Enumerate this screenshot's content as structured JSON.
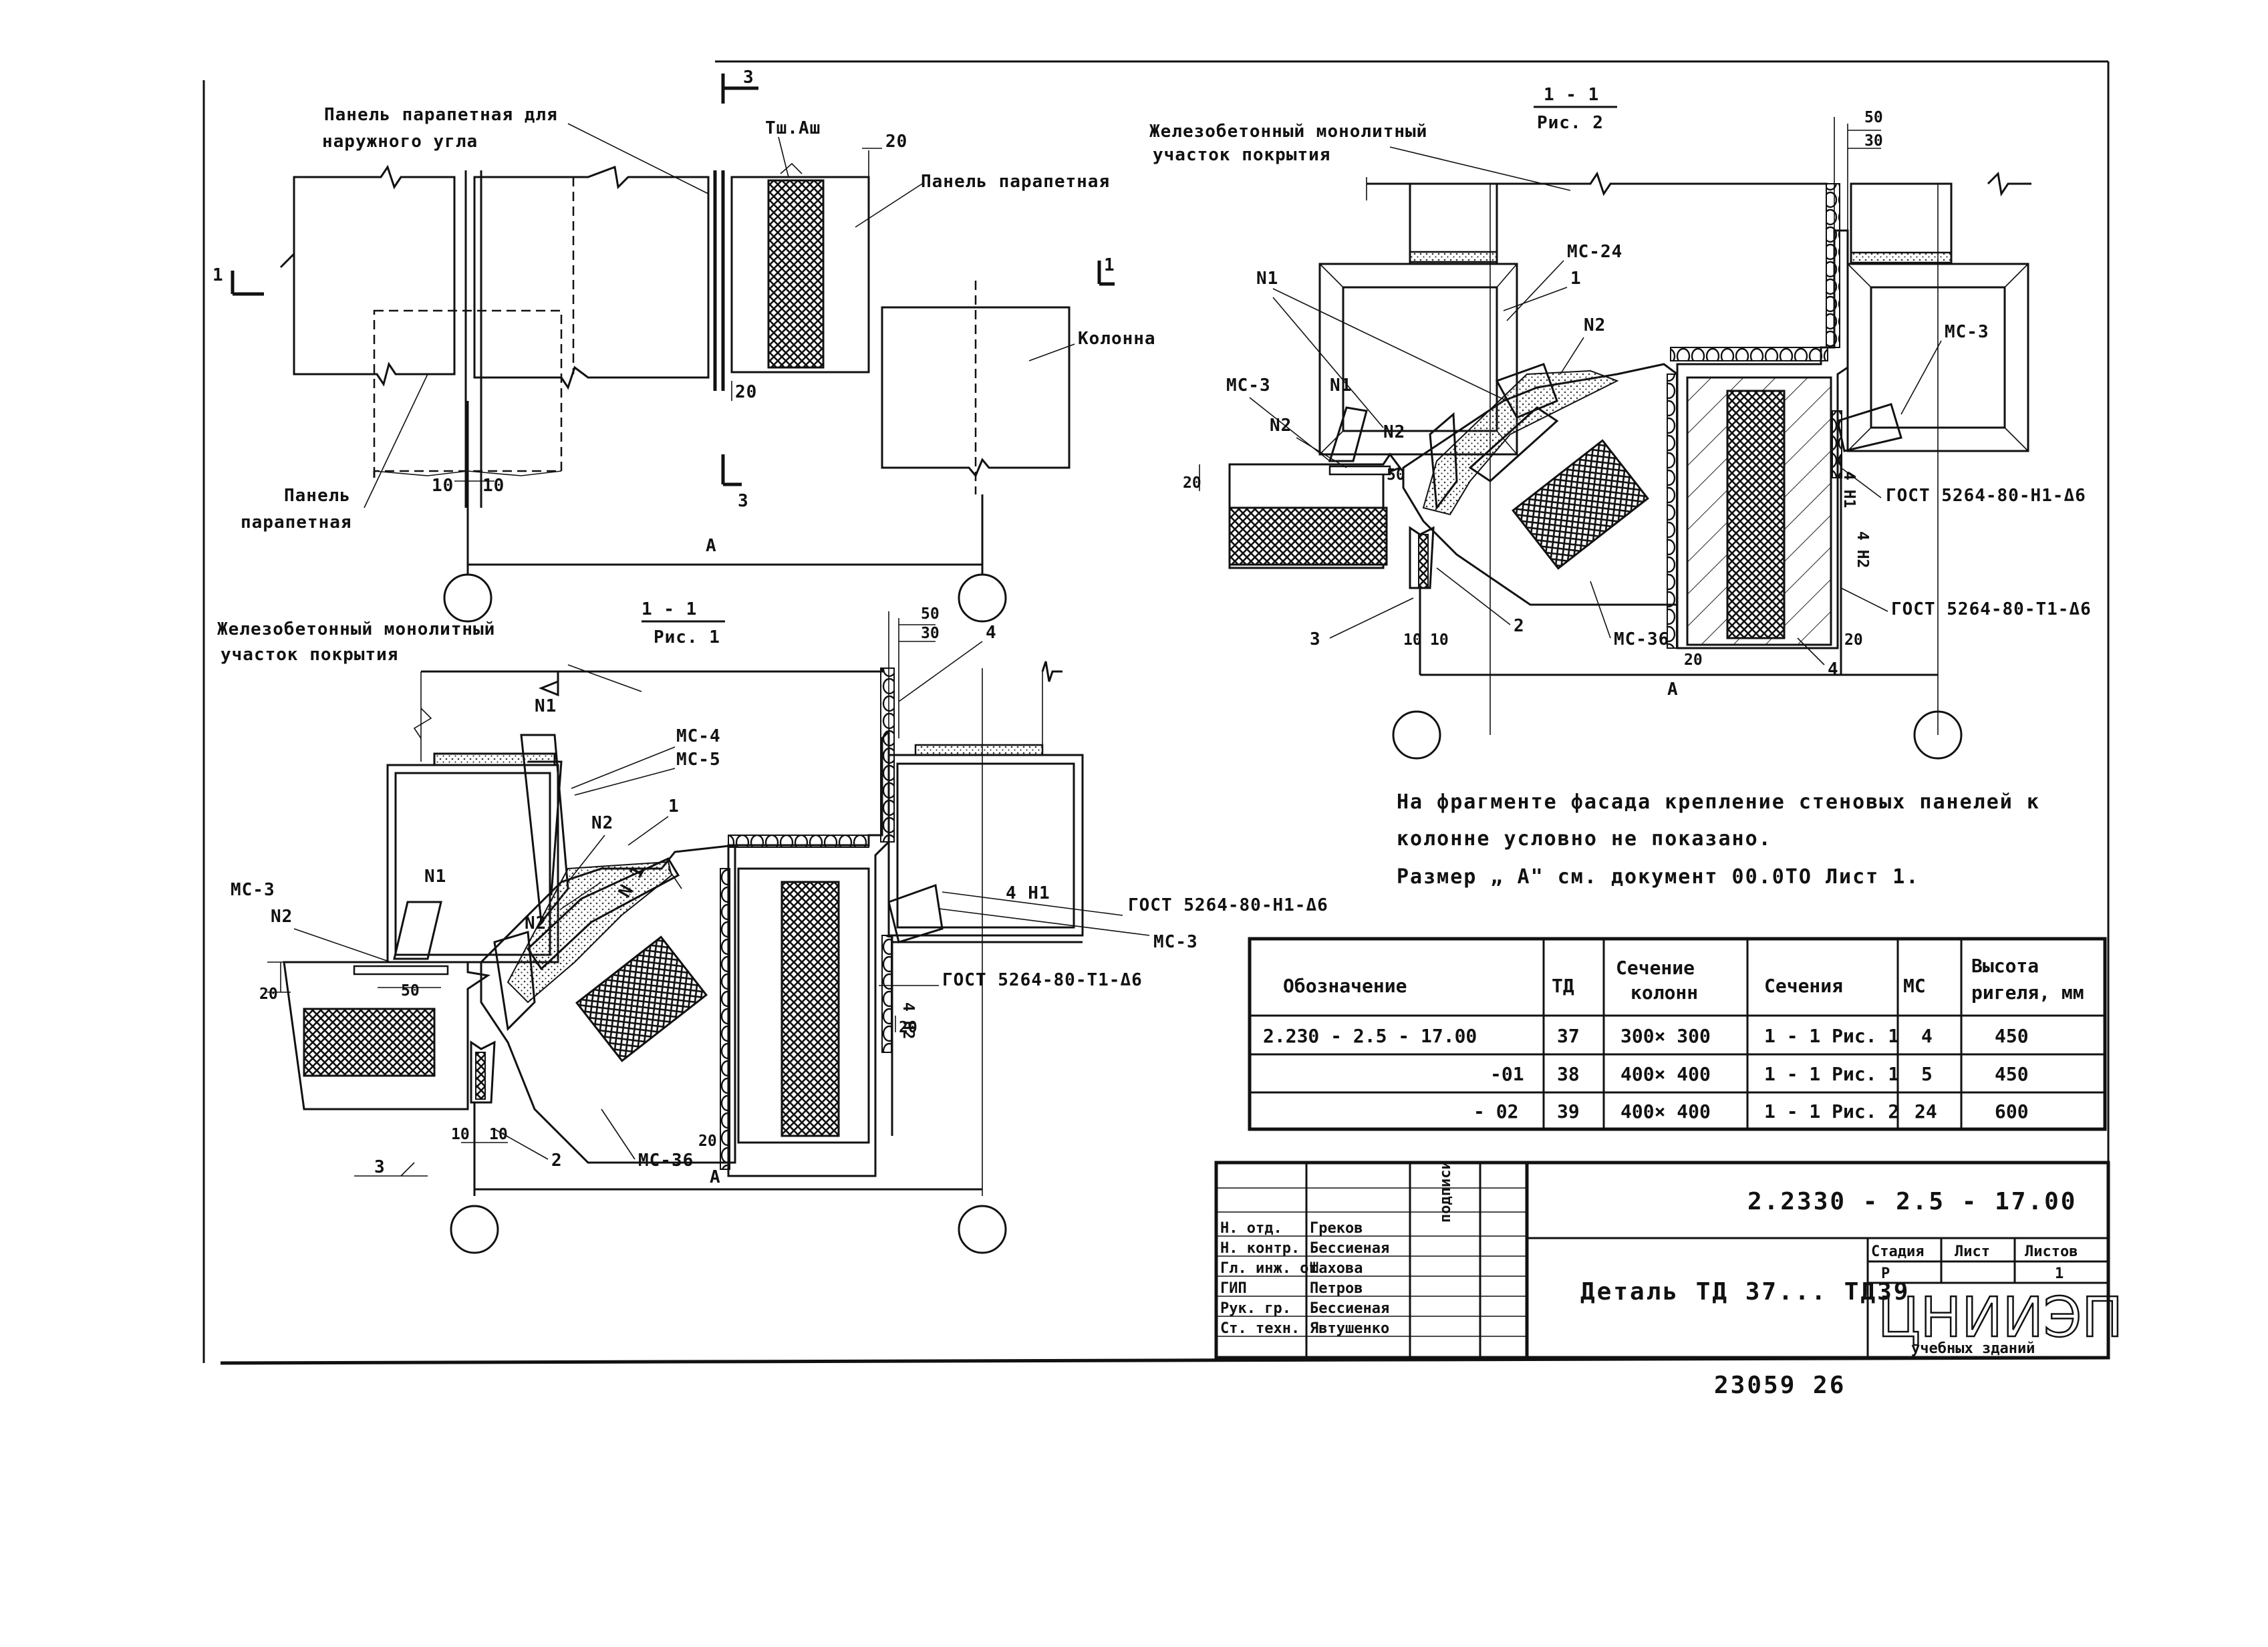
{
  "labels": {
    "panel_outer_corner_1": "Панель парапетная для",
    "panel_outer_corner_2": "наружного угла",
    "ts_ash": "Тш.Аш",
    "panel_parapet_top": "Панель парапетная",
    "panel_parapet_bottom_1": "Панель",
    "panel_parapet_bottom_2": "парапетная",
    "column": "Колонна",
    "axis_a": "А",
    "section_3": "3",
    "section_1": "1",
    "monolith_1": "Железобетонный монолитный",
    "monolith_2": "участок покрытия",
    "sec_11": "1 - 1",
    "fig1": "Рис. 1",
    "fig2": "Рис. 2",
    "mc3": "МС-3",
    "mc4": "МС-4",
    "mc5": "МС-5",
    "mc24": "МС-24",
    "mc36": "МС-36",
    "n1": "N1",
    "n2": "N2",
    "n1b": "N 1",
    "n2b": "N 2",
    "pos_1": "1",
    "pos_2": "2",
    "pos_3": "3",
    "pos_4": "4",
    "weld_4n1": "4 Н1",
    "weld_4n2": "4 Н2",
    "gost_n1": "ГОСТ 5264-80-Н1-Δ6",
    "gost_t1": "ГОСТ 5264-80-Т1-Δ6",
    "dim_10": "10",
    "dim_20": "20",
    "dim_30": "30",
    "dim_50": "50"
  },
  "notes": {
    "line1": "На   фрагменте фасада крепление  стеновых панелей к",
    "line2": "колонне условно не показано.",
    "line3": "Размер „ А\" см. документ 00.0ТО Лист 1."
  },
  "spec_table": {
    "headers": [
      "Обозначение",
      "ТД",
      "Сечение колонн",
      "Сечения",
      "МС",
      "Высота ригеля, мм"
    ],
    "header_lines": {
      "col2a": "Сечение",
      "col2b": "колонн",
      "col5a": "Высота",
      "col5b": "ригеля, мм"
    },
    "rows": [
      [
        "2.230 - 2.5 - 17.00",
        "37",
        "300× 300",
        "1 - 1  Рис. 1",
        "4",
        "450"
      ],
      [
        "-01",
        "38",
        "400× 400",
        "1 - 1  Рис. 1",
        "5",
        "450"
      ],
      [
        "- 02",
        "39",
        "400× 400",
        "1 - 1  Рис. 2",
        "24",
        "600"
      ]
    ]
  },
  "title_block": {
    "code": "2.2330 - 2.5 - 17.00",
    "title": "Деталь ТД 37... ТД39",
    "stage_label": "Стадия",
    "sheet_label": "Лист",
    "sheets_label": "Листов",
    "stage": "Р",
    "sheets": "1",
    "org_logo": "ЦНИИЭП",
    "org_sub": "учебных зданий",
    "signature_col": "подписи",
    "roles": [
      {
        "role": "Н. отд.",
        "name": "Греков"
      },
      {
        "role": "Н. контр.",
        "name": "Бессиеная"
      },
      {
        "role": "Гл. инж. от",
        "name": "Шахова"
      },
      {
        "role": "ГИП",
        "name": "Петров"
      },
      {
        "role": "Рук. гр.",
        "name": "Бессиеная"
      },
      {
        "role": "Ст. техн.",
        "name": "Явтушенко"
      }
    ]
  },
  "stamp_number": "23059   26"
}
